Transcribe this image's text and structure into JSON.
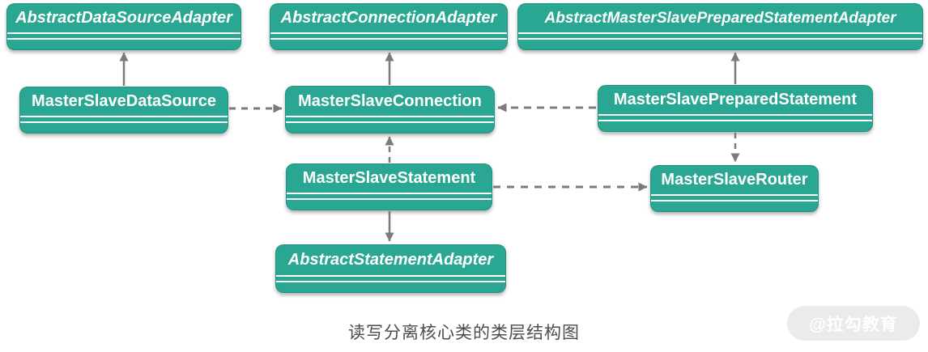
{
  "diagram": {
    "caption": "读写分离核心类的类层结构图",
    "watermark": "@拉勾教育",
    "colors": {
      "node_fill": "#2aa793",
      "node_text": "#ffffff",
      "arrow": "#7b7b7b",
      "caption_text": "#4d4d4d",
      "watermark_bg": "#ebebeb"
    },
    "nodes": [
      {
        "id": "AbstractDataSourceAdapter",
        "label": "AbstractDataSourceAdapter",
        "abstract": true
      },
      {
        "id": "AbstractConnectionAdapter",
        "label": "AbstractConnectionAdapter",
        "abstract": true
      },
      {
        "id": "AbstractMasterSlavePreparedStatementAdapter",
        "label": "AbstractMasterSlavePreparedStatementAdapter",
        "abstract": true
      },
      {
        "id": "MasterSlaveDataSource",
        "label": "MasterSlaveDataSource",
        "abstract": false
      },
      {
        "id": "MasterSlaveConnection",
        "label": "MasterSlaveConnection",
        "abstract": false
      },
      {
        "id": "MasterSlavePreparedStatement",
        "label": "MasterSlavePreparedStatement",
        "abstract": false
      },
      {
        "id": "MasterSlaveStatement",
        "label": "MasterSlaveStatement",
        "abstract": false
      },
      {
        "id": "MasterSlaveRouter",
        "label": "MasterSlaveRouter",
        "abstract": false
      },
      {
        "id": "AbstractStatementAdapter",
        "label": "AbstractStatementAdapter",
        "abstract": true
      }
    ],
    "edges": [
      {
        "from": "MasterSlaveDataSource",
        "to": "AbstractDataSourceAdapter",
        "type": "inheritance",
        "line": "solid"
      },
      {
        "from": "MasterSlaveConnection",
        "to": "AbstractConnectionAdapter",
        "type": "inheritance",
        "line": "solid"
      },
      {
        "from": "MasterSlavePreparedStatement",
        "to": "AbstractMasterSlavePreparedStatementAdapter",
        "type": "inheritance",
        "line": "solid"
      },
      {
        "from": "MasterSlaveDataSource",
        "to": "MasterSlaveConnection",
        "type": "dependency",
        "line": "dashed"
      },
      {
        "from": "MasterSlavePreparedStatement",
        "to": "MasterSlaveConnection",
        "type": "dependency",
        "line": "dashed"
      },
      {
        "from": "MasterSlaveStatement",
        "to": "MasterSlaveConnection",
        "type": "dependency",
        "line": "dashed"
      },
      {
        "from": "MasterSlaveStatement",
        "to": "AbstractStatementAdapter",
        "type": "inheritance",
        "line": "solid"
      },
      {
        "from": "MasterSlaveStatement",
        "to": "MasterSlaveRouter",
        "type": "dependency",
        "line": "dashed"
      },
      {
        "from": "MasterSlavePreparedStatement",
        "to": "MasterSlaveRouter",
        "type": "dependency",
        "line": "dashed"
      }
    ]
  }
}
